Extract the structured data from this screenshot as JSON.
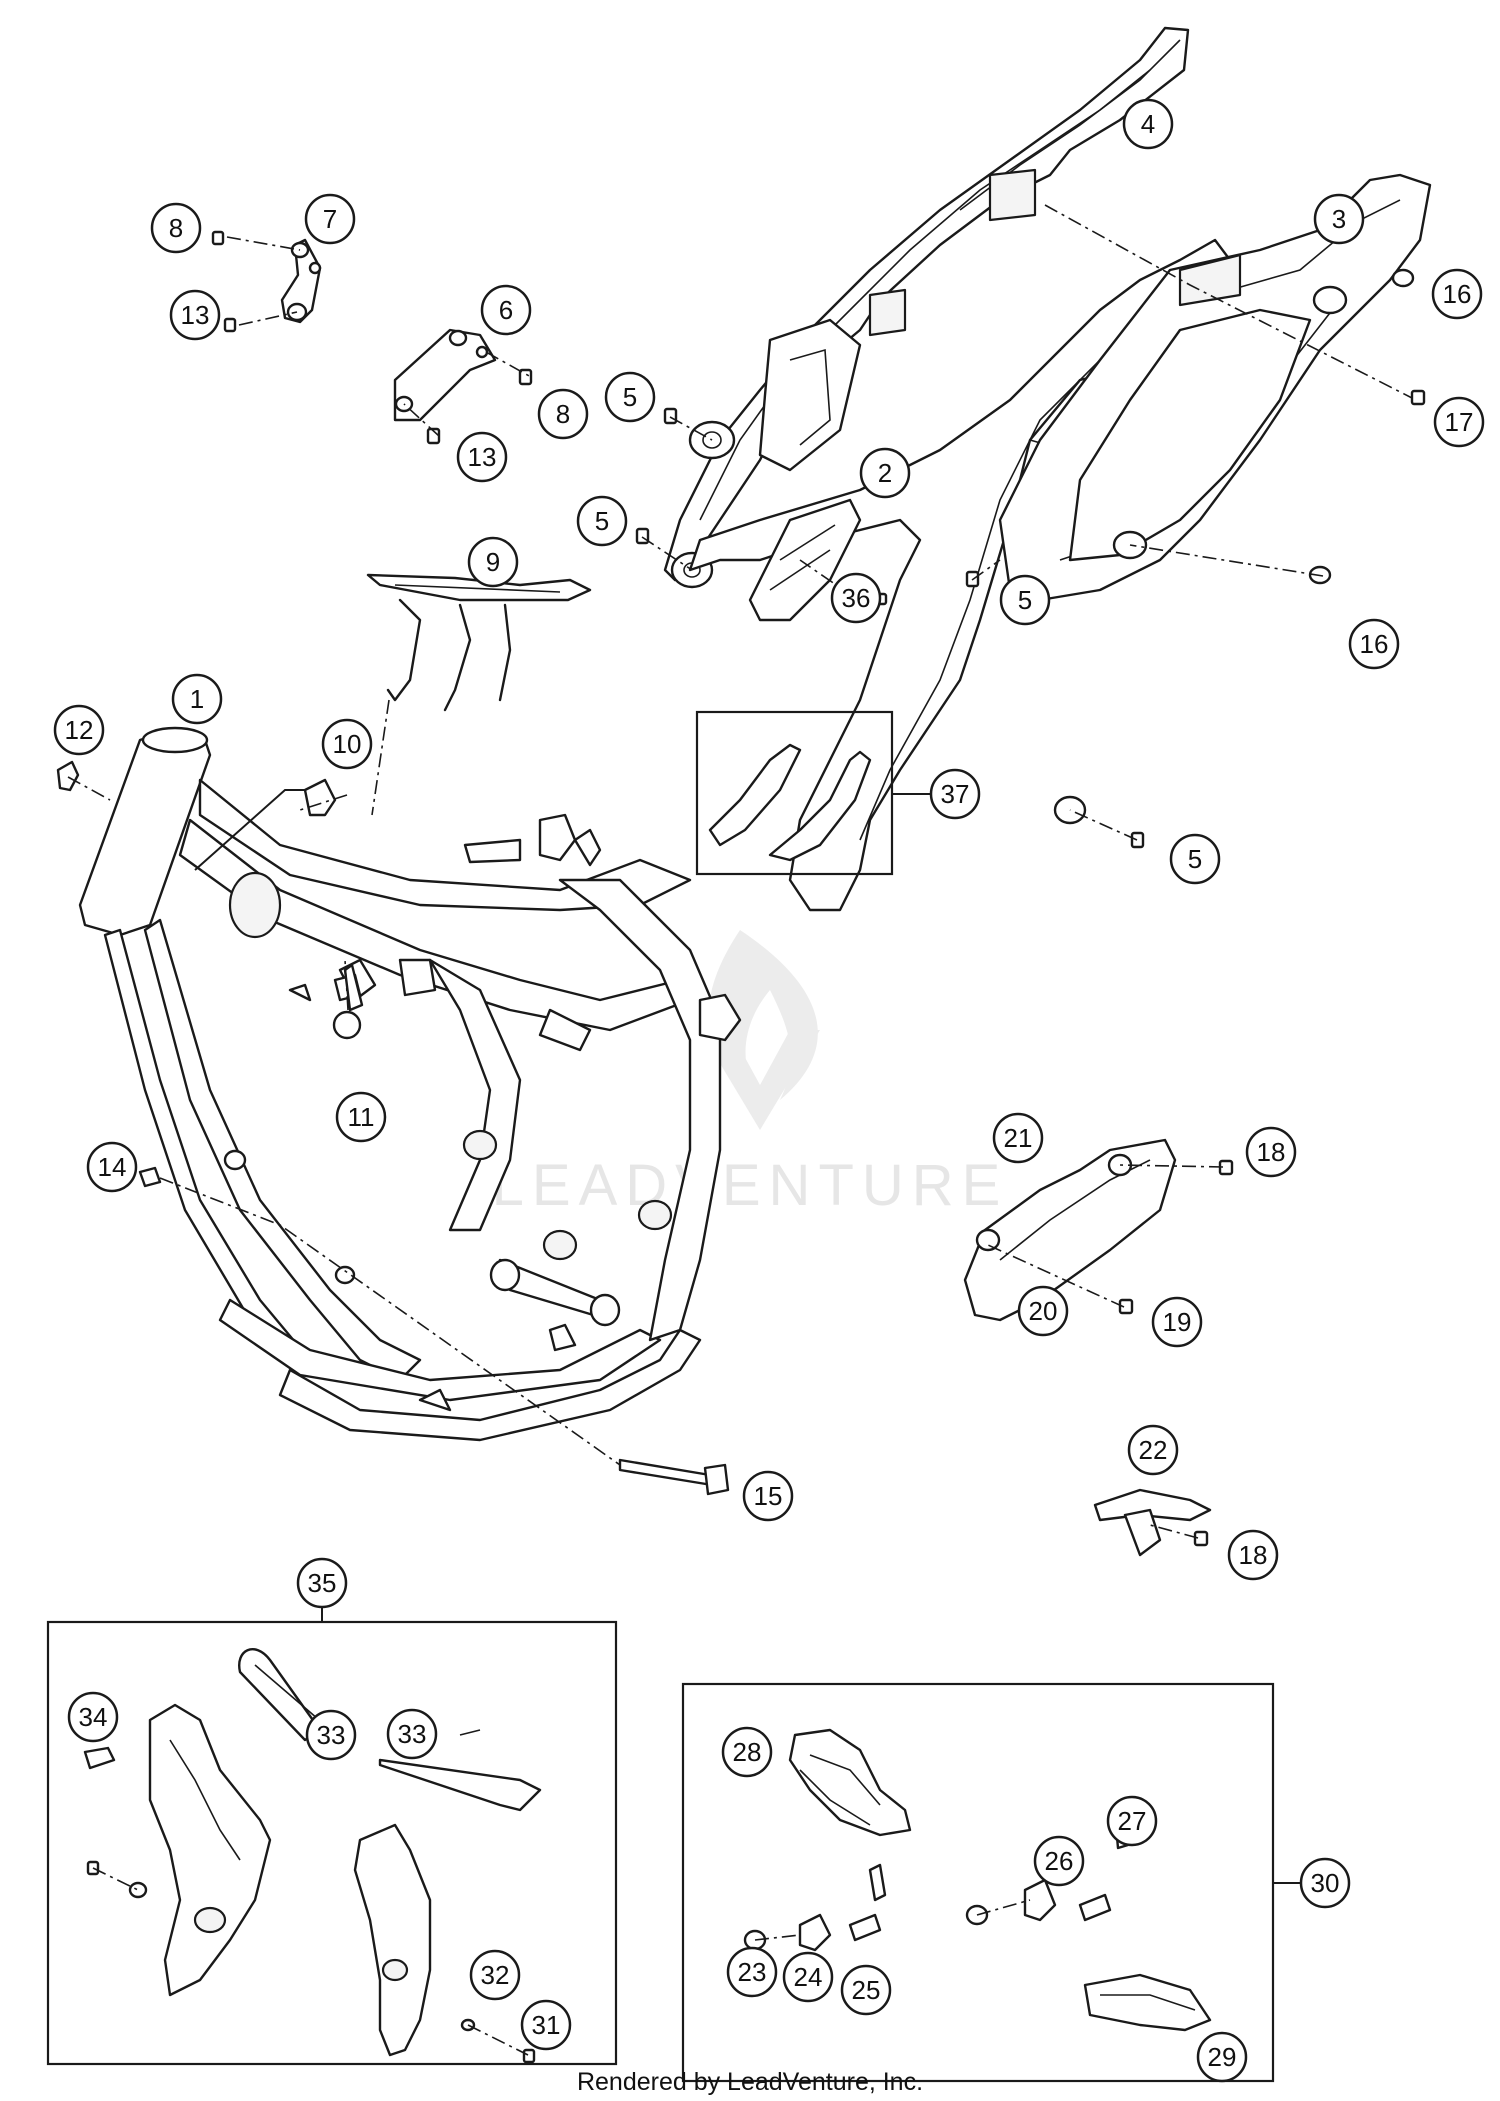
{
  "footer": "Rendered by LeadVenture, Inc.",
  "watermark": "LEADVENTURE",
  "callouts": [
    "1",
    "2",
    "3",
    "4",
    "5",
    "6",
    "7",
    "8",
    "9",
    "10",
    "11",
    "12",
    "13",
    "14",
    "15",
    "16",
    "17",
    "18",
    "19",
    "20",
    "21",
    "22",
    "23",
    "24",
    "25",
    "26",
    "27",
    "28",
    "29",
    "30",
    "31",
    "32",
    "33",
    "34",
    "35",
    "36",
    "37"
  ],
  "colors": {
    "line": "#1a1a1a",
    "background": "#ffffff",
    "watermark": "#e6e6e6"
  }
}
